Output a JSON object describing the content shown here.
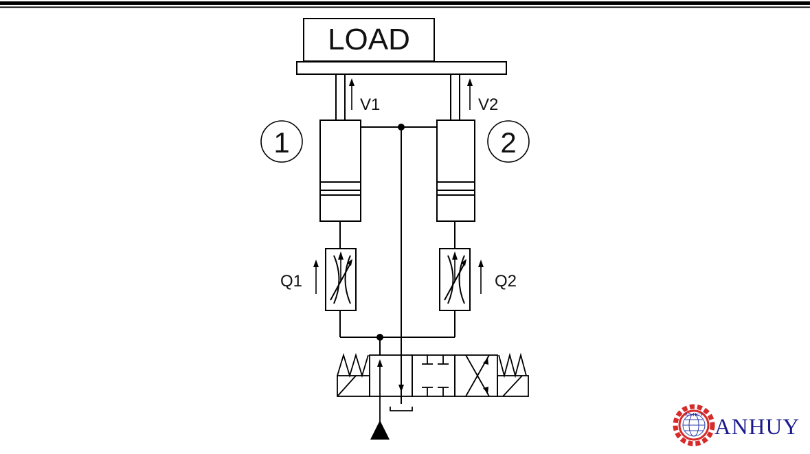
{
  "diagram": {
    "load_label": "LOAD",
    "cylinder_1_number": "1",
    "cylinder_2_number": "2",
    "velocity_1": "V1",
    "velocity_2": "V2",
    "flow_1": "Q1",
    "flow_2": "Q2"
  },
  "brand": {
    "name": "ANHUY",
    "logo_text": "AN HUY",
    "logo_color": "#d62b2b",
    "text_color": "#1a1a8c"
  }
}
